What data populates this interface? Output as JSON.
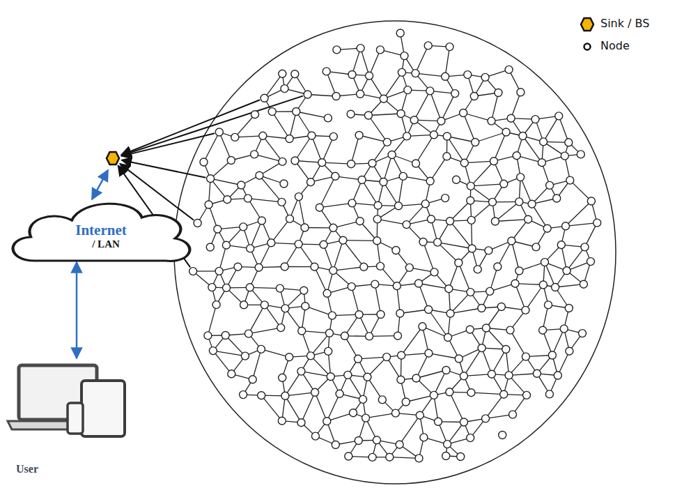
{
  "diagram": {
    "nodes": [
      {
        "text": [
          "Internet",
          "/ LAN"
        ]
      },
      {
        "text": [
          "User"
        ]
      }
    ],
    "edges": [
      {
        "from": 0,
        "to": 1,
        "arrow": "both"
      }
    ],
    "legend": [
      {
        "text": "Sink / BS"
      },
      {
        "text": "Node"
      }
    ]
  }
}
